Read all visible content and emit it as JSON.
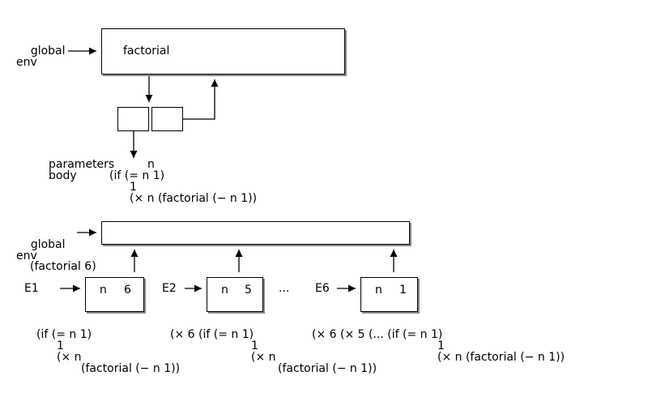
{
  "top": {
    "global_label_line1": "global",
    "global_label_line2": "env",
    "frame_binding": "factorial",
    "proc_params_label": "parameters",
    "proc_params_value": "n",
    "proc_body_label": "body",
    "proc_body_line1": "(if (= n 1)",
    "proc_body_line2": "1",
    "proc_body_line3": "(× n (factorial (− n 1))"
  },
  "bottom": {
    "global_label_line1": "global",
    "global_label_line2": "env",
    "call_label": "(factorial 6)",
    "ellipsis": "...",
    "envs": [
      {
        "name": "E1",
        "binding_var": "n",
        "binding_val": "6"
      },
      {
        "name": "E2",
        "binding_var": "n",
        "binding_val": "5"
      },
      {
        "name": "E6",
        "binding_var": "n",
        "binding_val": "1"
      }
    ],
    "exprs": [
      {
        "line1": "(if (= n 1)",
        "line2": "1",
        "line3": "(× n",
        "line4": "(factorial (− n 1))"
      },
      {
        "line1": "(× 6 (if (= n 1)",
        "line2": "1",
        "line3": "(× n",
        "line4": "(factorial (− n 1))"
      },
      {
        "line1": "(× 6 (× 5 (... (if (= n 1)",
        "line2": "1",
        "line3": "(× n (factorial (− n 1))"
      }
    ]
  }
}
